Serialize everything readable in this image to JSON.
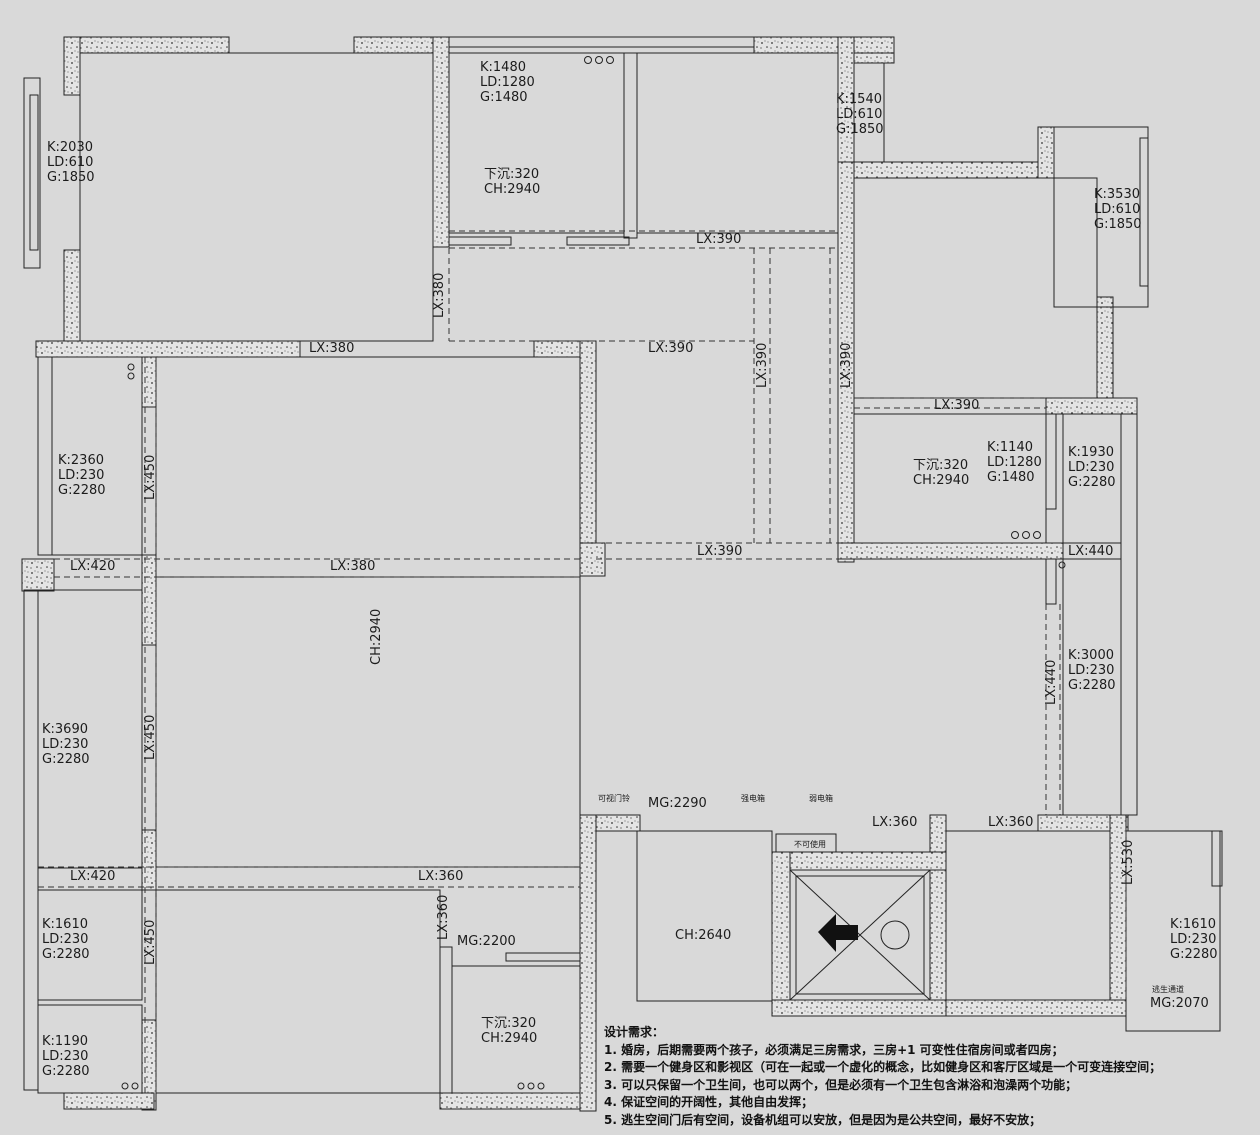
{
  "rooms": {
    "r1": [
      "K:2030",
      "LD:610",
      "G:1850"
    ],
    "r2": [
      "K:1480",
      "LD:1280",
      "G:1480"
    ],
    "r2b": [
      "下沉:320",
      "CH:2940"
    ],
    "r3": [
      "K:1540",
      "LD:610",
      "G:1850"
    ],
    "r4": [
      "K:3530",
      "LD:610",
      "G:1850"
    ],
    "r5": [
      "K:1140",
      "LD:1280",
      "G:1480"
    ],
    "r5b": [
      "下沉:320",
      "CH:2940"
    ],
    "r6": [
      "K:1930",
      "LD:230",
      "G:2280"
    ],
    "r7": [
      "K:2360",
      "LD:230",
      "G:2280"
    ],
    "r8": [
      "K:3000",
      "LD:230",
      "G:2280"
    ],
    "r9": [
      "K:3690",
      "LD:230",
      "G:2280"
    ],
    "r10": [
      "K:1610",
      "LD:230",
      "G:2280"
    ],
    "r11": [
      "K:1190",
      "LD:230",
      "G:2280"
    ],
    "r12": [
      "K:1610",
      "LD:230",
      "G:2280"
    ],
    "r13": [
      "下沉:320",
      "CH:2940"
    ]
  },
  "beams": {
    "lx390_top": "LX:390",
    "lx380_v_top": "LX:380",
    "lx380_h1": "LX:380",
    "lx390_h2": "LX:390",
    "lx390_v1": "LX:390",
    "lx390_v2": "LX:390",
    "lx390_h3": "LX:390",
    "lx450_v1": "LX:450",
    "lx420_h1": "LX:420",
    "lx380_h4": "LX:380",
    "lx390_h4": "LX:390",
    "lx440_h": "LX:440",
    "lx440_v": "LX:440",
    "lx450_v2": "LX:450",
    "lx420_h2": "LX:420",
    "lx360_h1": "LX:360",
    "lx360_v": "LX:360",
    "lx450_v3": "LX:450",
    "lx360_h2": "LX:360",
    "lx360_h3": "LX:360",
    "lx530_v": "LX:530"
  },
  "misc": {
    "ch_main": "CH:2940",
    "ch_kitchen": "CH:2640",
    "mg_main": "MG:2290",
    "mg_side": "MG:2200",
    "mg_escape": "MG:2070",
    "visual_door": "可视门铃",
    "strong_box": "强电箱",
    "weak_box": "弱电箱",
    "not_usable": "不可使用",
    "escape": "逃生通道"
  },
  "notes": {
    "title": "设计需求：",
    "items": [
      "1. 婚房，后期需要两个孩子，必须满足三房需求，三房+1 可变性住宿房间或者四房；",
      "2. 需要一个健身区和影视区（可在一起或一个虚化的概念，比如健身区和客厅区域是一个可变连接空间；",
      "3. 可以只保留一个卫生间，也可以两个，但是必须有一个卫生包含淋浴和泡澡两个功能；",
      "4. 保证空间的开阔性，其他自由发挥；",
      "5. 逃生空间门后有空间，设备机组可以安放，但是因为是公共空间，最好不安放；"
    ]
  }
}
